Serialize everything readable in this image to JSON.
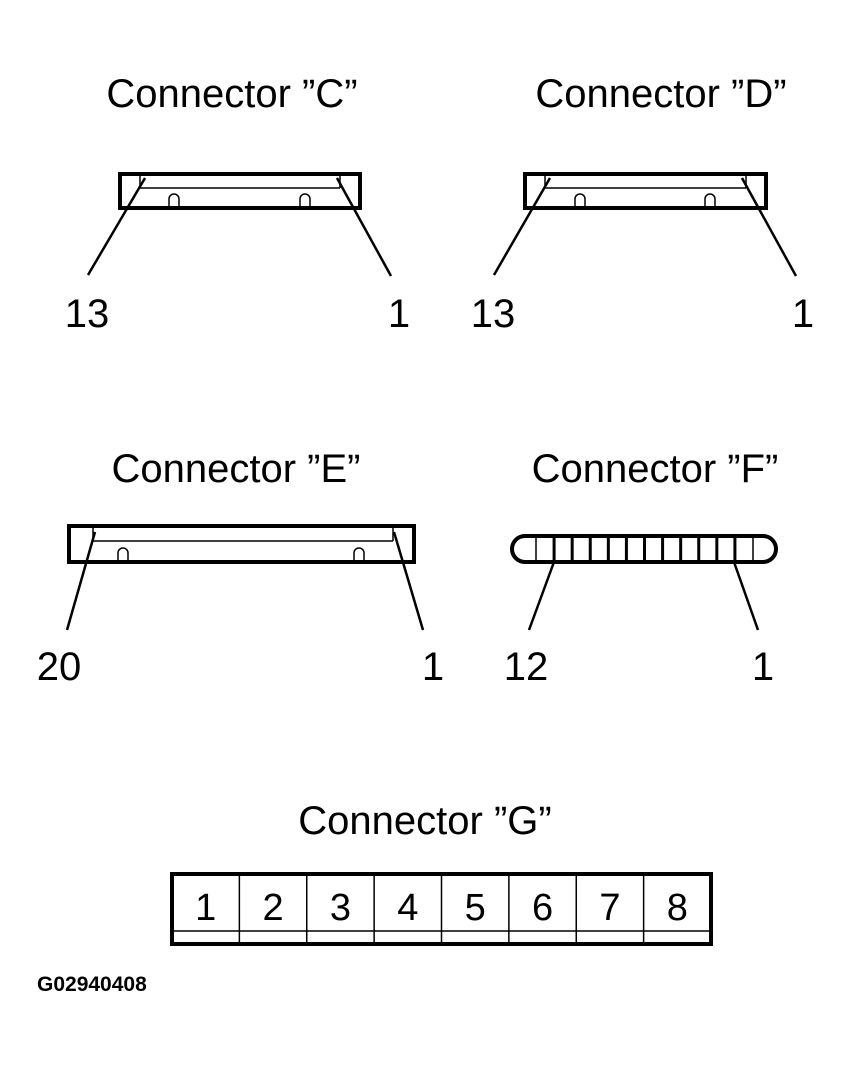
{
  "connectors": {
    "c": {
      "title": "Connector ”C”",
      "pin_left": "13",
      "pin_right": "1"
    },
    "d": {
      "title": "Connector ”D”",
      "pin_left": "13",
      "pin_right": "1"
    },
    "e": {
      "title": "Connector ”E”",
      "pin_left": "20",
      "pin_right": "1"
    },
    "f": {
      "title": "Connector ”F”",
      "pin_left": "12",
      "pin_right": "1"
    },
    "g": {
      "title": "Connector ”G”",
      "cells": [
        "1",
        "2",
        "3",
        "4",
        "5",
        "6",
        "7",
        "8"
      ]
    }
  },
  "figure_code": "G02940408"
}
